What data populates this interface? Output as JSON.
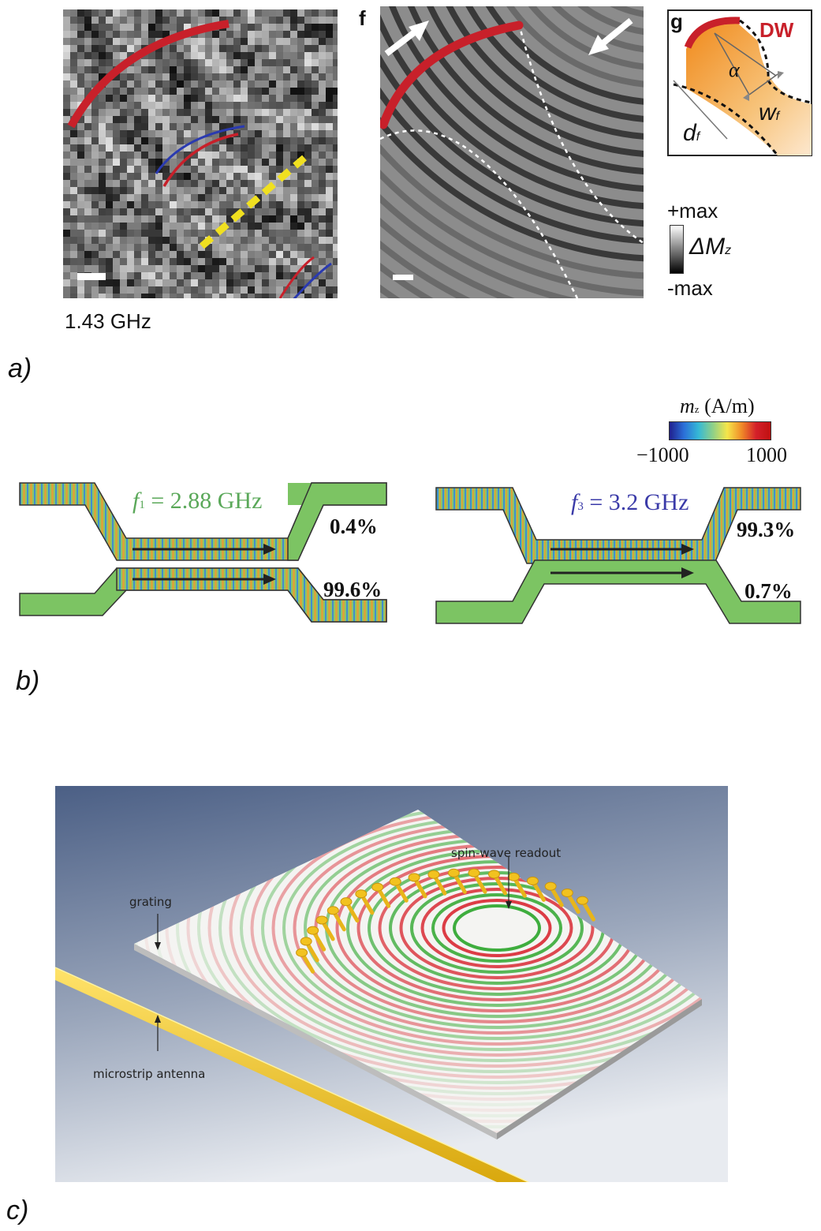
{
  "panel_a": {
    "letter": "a)",
    "left_image": {
      "frequency_label": "1.43 GHz"
    },
    "sim_image": {
      "sub_label": "f"
    },
    "inset": {
      "sub_label": "g",
      "dw_label": "DW",
      "alpha": "α",
      "w_label": "w",
      "w_sub": "f",
      "d_label": "d",
      "d_sub": "f"
    },
    "scale": {
      "max_label": "+max",
      "min_label": "-max",
      "quantity": "ΔM",
      "quantity_sub": "z"
    }
  },
  "panel_b": {
    "letter": "b)",
    "colorbar": {
      "label_m": "m",
      "label_sub": "z",
      "label_unit": " (A/m)",
      "min": "−1000",
      "max": "1000"
    },
    "left": {
      "freq_prefix": "f",
      "freq_sub": "1",
      "freq_rest": " = 2.88 GHz",
      "top_percent": "0.4%",
      "bottom_percent": "99.6%"
    },
    "right": {
      "freq_prefix": "f",
      "freq_sub": "3",
      "freq_rest": " = 3.2 GHz",
      "top_percent": "99.3%",
      "bottom_percent": "0.7%"
    },
    "colors": {
      "waveguide": "#7cc463",
      "left_freq": "#5aa859",
      "right_freq": "#3a3aa8"
    }
  },
  "panel_c": {
    "letter": "c)",
    "label_readout": "spin-wave readout",
    "label_grating": "grating",
    "label_antenna": "microstrip antenna",
    "colors": {
      "antenna": "#f2c21f",
      "wave_red": "#d8202a",
      "wave_green": "#2aa52a"
    }
  }
}
